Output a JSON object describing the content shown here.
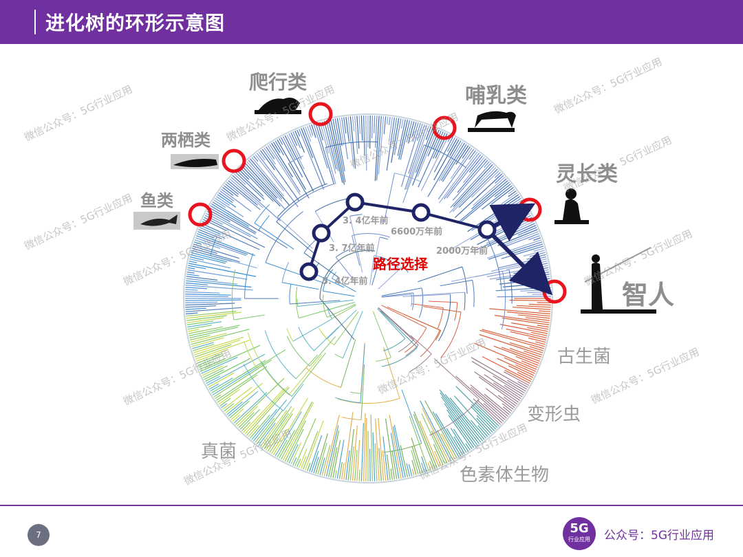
{
  "header": {
    "title": "进化树的环形示意图"
  },
  "figure": {
    "clades": {
      "fish": "鱼类",
      "amphibians": "两栖类",
      "reptiles": "爬行类",
      "mammals": "哺乳类",
      "primates": "灵长类",
      "sapiens": "智人"
    },
    "domains": {
      "archaea": "古生菌",
      "amoebozoa": "变形虫",
      "chromalveolata": "色素体生物",
      "fungi": "真菌"
    },
    "times": {
      "t1": "5. 4亿年前",
      "t2": "3. 7亿年前",
      "t3": "3. 4亿年前",
      "t4": "6600万年前",
      "t5": "2000万年前"
    },
    "path_label": "路径选择",
    "watermark": "微信公众号：5G行业应用",
    "colors": {
      "highlight_ring": "#e8141e",
      "path": "#1f2466",
      "archaea_branch": "#d9603a"
    }
  },
  "footer": {
    "page_number": "7",
    "logo_main": "5G",
    "logo_sub": "行业应用",
    "account": "公众号：5G行业应用"
  }
}
